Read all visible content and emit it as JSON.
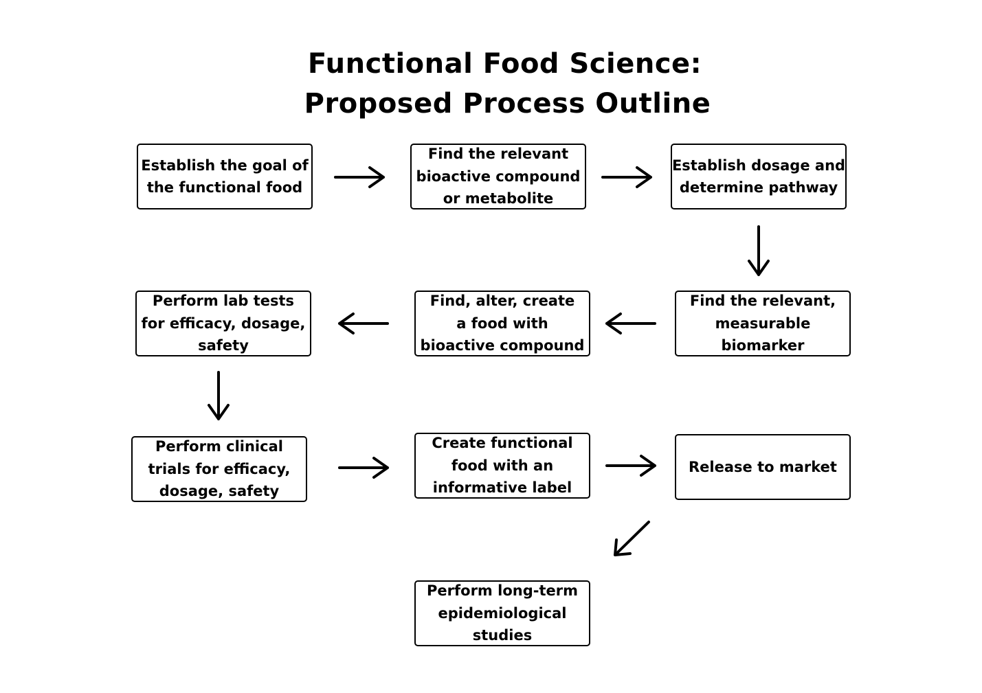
{
  "title": {
    "line1": "Functional Food Science:",
    "line2": "Proposed Process Outline"
  },
  "steps": [
    {
      "lines": [
        "Establish the goal of",
        "the functional food"
      ]
    },
    {
      "lines": [
        "Find the relevant",
        "bioactive compound",
        "or metabolite"
      ]
    },
    {
      "lines": [
        "Establish dosage and",
        "determine pathway"
      ]
    },
    {
      "lines": [
        "Find the relevant,",
        "measurable",
        "biomarker"
      ]
    },
    {
      "lines": [
        "Find, alter, create",
        "a food with",
        "bioactive compound"
      ]
    },
    {
      "lines": [
        "Perform lab tests",
        "for efficacy, dosage,",
        "safety"
      ]
    },
    {
      "lines": [
        "Perform clinical",
        "trials for efficacy,",
        "dosage, safety"
      ]
    },
    {
      "lines": [
        "Create functional",
        "food with an",
        "informative label"
      ]
    },
    {
      "lines": [
        "Release to market"
      ]
    },
    {
      "lines": [
        "Perform long-term",
        "epidemiological",
        "studies"
      ]
    }
  ],
  "colors": {
    "stroke": "#000000",
    "background": "#ffffff"
  }
}
